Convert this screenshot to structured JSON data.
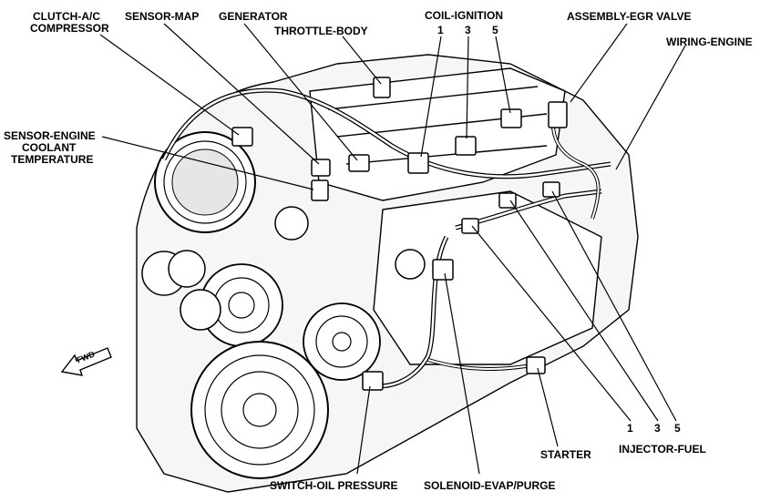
{
  "labels": {
    "clutch_ac_compressor": "CLUTCH-A/C COMPRESSOR",
    "clutch_line1": "CLUTCH-A/C",
    "clutch_line2": "COMPRESSOR",
    "sensor_map": "SENSOR-MAP",
    "generator": "GENERATOR",
    "throttle_body": "THROTTLE-BODY",
    "coil_ignition": "COIL-IGNITION",
    "coil_numbers": [
      "1",
      "3",
      "5"
    ],
    "assembly_egr_valve": "ASSEMBLY-EGR VALVE",
    "wiring_engine": "WIRING-ENGINE",
    "sensor_ect_line1": "SENSOR-ENGINE",
    "sensor_ect_line2": "COOLANT",
    "sensor_ect_line3": "TEMPERATURE",
    "injector_numbers": [
      "1",
      "3",
      "5"
    ],
    "injector_fuel": "INJECTOR-FUEL",
    "starter": "STARTER",
    "switch_oil_pressure": "SWITCH-OIL PRESSURE",
    "solenoid_evap_purge": "SOLENOID-EVAP/PURGE",
    "fwd_arrow": "FWD"
  },
  "colors": {
    "ink": "#000000",
    "paper": "#ffffff",
    "shade": "#d8d8d8"
  }
}
